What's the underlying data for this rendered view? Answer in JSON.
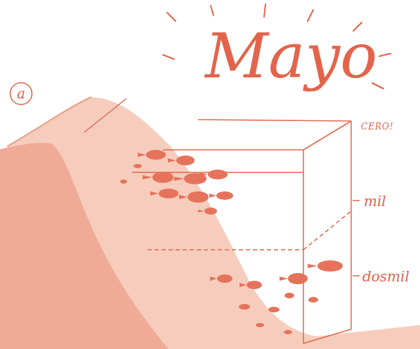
{
  "diagram": {
    "title": "Mayo",
    "nodes": [
      {
        "text": [
          "a"
        ]
      }
    ],
    "labels": [
      "CERO!",
      "mil",
      "dosmil"
    ]
  }
}
